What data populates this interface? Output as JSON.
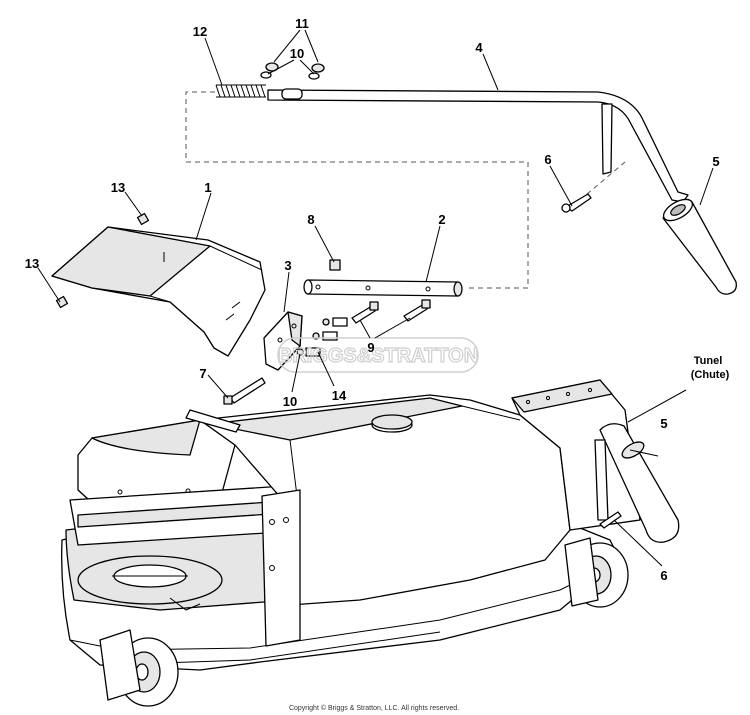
{
  "callouts": {
    "c1": "1",
    "c2": "2",
    "c3": "3",
    "c4": "4",
    "c5a": "5",
    "c5b": "5",
    "c6a": "6",
    "c6b": "6",
    "c7": "7",
    "c8": "8",
    "c9": "9",
    "c10a": "10",
    "c10b": "10",
    "c11": "11",
    "c12": "12",
    "c13a": "13",
    "c13b": "13",
    "c14": "14"
  },
  "tunnel_label": {
    "line1": "Tunel",
    "line2": "(Chute)"
  },
  "watermark": "BRIGGS&STRATTON",
  "copyright": "Copyright © Briggs & Stratton, LLC. All rights reserved.",
  "colors": {
    "line": "#000000",
    "shade": "#e6e6e6",
    "watermark": "#cfcfcf"
  }
}
